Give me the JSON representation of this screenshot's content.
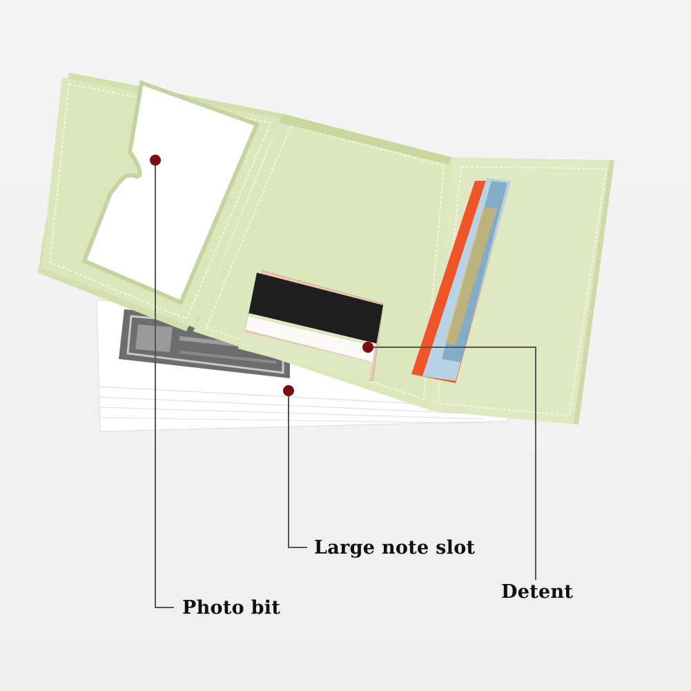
{
  "product": {
    "colors": {
      "leather": "#dfe8c1",
      "leather_shade": "#cfdaa8",
      "stitch": "#f6f8ec",
      "marker": "#7a0d14",
      "leader_line": "#555555",
      "background": "#f2f2f2"
    },
    "callouts": [
      {
        "id": "photo",
        "label": "Photo bit"
      },
      {
        "id": "note",
        "label": "Large note slot"
      },
      {
        "id": "detent",
        "label": "Detent"
      }
    ]
  }
}
